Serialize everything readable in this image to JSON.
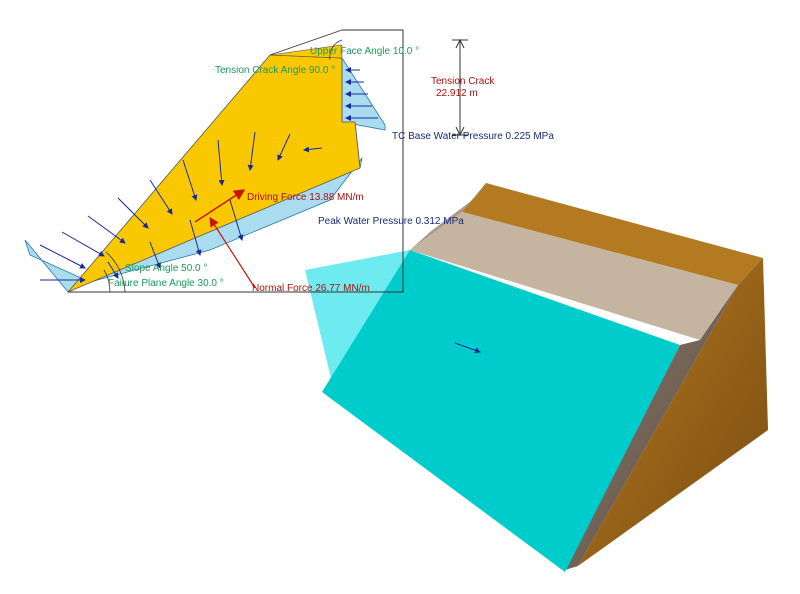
{
  "labels": {
    "upper_face_angle": "Upper Face Angle 10.0 °",
    "tension_crack_angle": "Tension Crack Angle 90.0 °",
    "tension_crack_title": "Tension Crack",
    "tension_crack_depth": "22.912  m",
    "tc_base_water_pressure": "TC Base Water Pressure 0.225  MPa",
    "driving_force": "Driving Force 13.88 MN/m",
    "peak_water_pressure": "Peak Water Pressure 0.312  MPa",
    "slope_angle": "Slope Angle 50.0 °",
    "failure_plane_angle": "Failure Plane Angle 30.0 °",
    "normal_force": "Normal Force 26.77 MN/m"
  },
  "colors": {
    "wedge": "#f9c800",
    "water": "#aadcf0",
    "arrow": "#1a2a9a",
    "force_arrow": "#cc1111",
    "green_label": "#1a9a5a",
    "red_label": "#aa1111",
    "blue_label": "#1a2a7a",
    "cyan_face": "#00cccc",
    "cyan_translucent": "#55e6ee",
    "rock_top": "#c4b4a0",
    "rock_top_dark": "#a89888",
    "rock_side": "#7a6a5c",
    "soil": "#9a6418"
  }
}
